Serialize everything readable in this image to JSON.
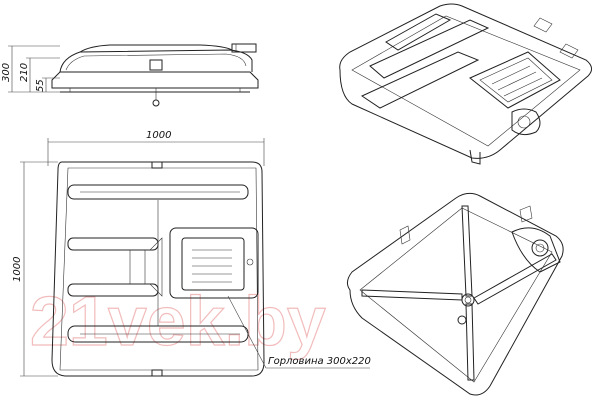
{
  "dimensions": {
    "height_total": "300",
    "height_mid": "210",
    "height_low": "55",
    "width": "1000",
    "depth": "1000"
  },
  "callout": {
    "neck_label": "Горловина 300x220"
  },
  "watermark": {
    "text": "21vek.by"
  },
  "colors": {
    "line": "#222222",
    "watermark": "#f1b5b5",
    "background": "#ffffff"
  }
}
